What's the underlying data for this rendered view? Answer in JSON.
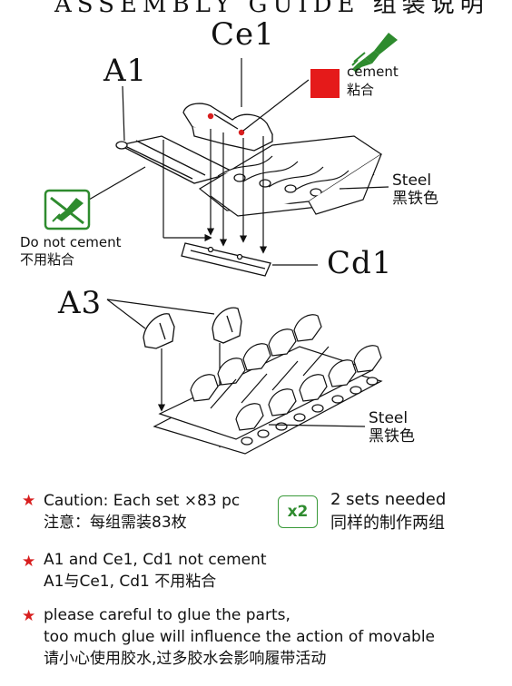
{
  "header_cut_text": "ASSEMBLY GUIDE 组装说明",
  "labels": {
    "a1": "A1",
    "ce1": "Ce1",
    "cd1": "Cd1",
    "a3": "A3",
    "cement_en": "cement",
    "cement_cn": "粘合",
    "steel_top_en": "Steel",
    "steel_top_cn": "黑铁色",
    "steel_bottom_en": "Steel",
    "steel_bottom_cn": "黑铁色",
    "do_not_cement_en": "Do not cement",
    "do_not_cement_cn": "不用粘合"
  },
  "colors": {
    "accent_red": "#d81e1e",
    "cement_green": "#2e8b2e",
    "line": "#111111"
  },
  "icons": {
    "cement_brush": "glue-brush-icon",
    "no_cement": "no-glue-icon",
    "note_marker": "red-star-icon"
  },
  "notes": {
    "caution_en": "Caution: Each set ×83 pc",
    "caution_cn": "注意：每组需装83枚",
    "badge": "x2",
    "sets_en": "2 sets needed",
    "sets_cn": "同样的制作两组",
    "no_cement_en": "A1 and Ce1, Cd1 not cement",
    "no_cement_cn": "A1与Ce1, Cd1 不用粘合",
    "glue_line1": "please careful to glue the parts,",
    "glue_line2": "too much glue will influence the action of movable",
    "glue_line3": "请小心使用胶水,过多胶水会影响履带活动"
  }
}
